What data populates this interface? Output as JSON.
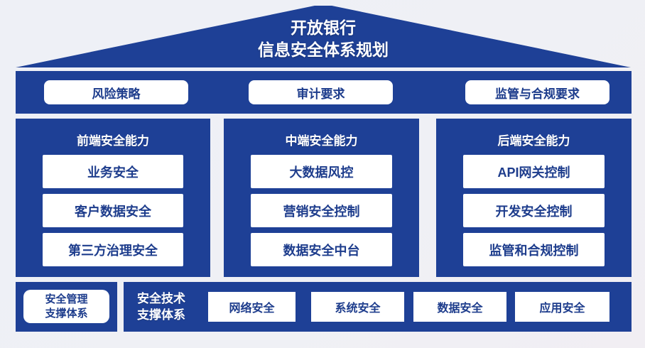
{
  "palette": {
    "primary_blue": "#1e4096",
    "box_text_blue": "#1d3c8c",
    "background": "#eff0f5",
    "box_white": "#ffffff"
  },
  "roof": {
    "title_line1": "开放银行",
    "title_line2": "信息安全体系规划"
  },
  "requirements_bar": {
    "items": [
      "风险策略",
      "审计要求",
      "监管与合规要求"
    ]
  },
  "columns": [
    {
      "title": "前端安全能力",
      "items": [
        "业务安全",
        "客户数据安全",
        "第三方治理安全"
      ]
    },
    {
      "title": "中端安全能力",
      "items": [
        "大数据风控",
        "营销安全控制",
        "数据安全中台"
      ]
    },
    {
      "title": "后端安全能力",
      "items": [
        "API网关控制",
        "开发安全控制",
        "监管和合规控制"
      ]
    }
  ],
  "bottom": {
    "management": {
      "label_line1": "安全管理",
      "label_line2": "支撑体系"
    },
    "technology": {
      "label_line1": "安全技术",
      "label_line2": "支撑体系",
      "items": [
        "网络安全",
        "系统安全",
        "数据安全",
        "应用安全"
      ]
    }
  }
}
